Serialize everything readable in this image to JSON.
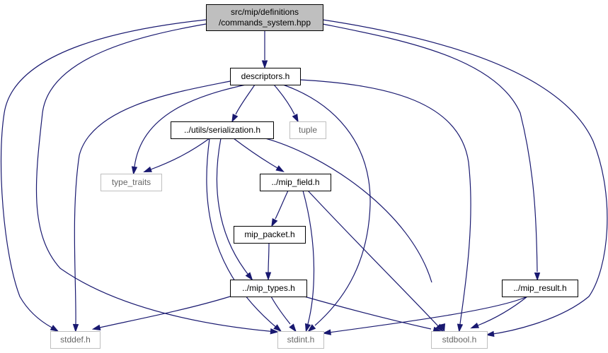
{
  "nodes": [
    {
      "id": "root",
      "lines": [
        "src/mip/definitions",
        "/commands_system.hpp"
      ],
      "kind": "root"
    },
    {
      "id": "descriptors",
      "lines": [
        "descriptors.h"
      ],
      "kind": "local"
    },
    {
      "id": "serialization",
      "lines": [
        "../utils/serialization.h"
      ],
      "kind": "local"
    },
    {
      "id": "tuple",
      "lines": [
        "tuple"
      ],
      "kind": "external"
    },
    {
      "id": "type_traits",
      "lines": [
        "type_traits"
      ],
      "kind": "external"
    },
    {
      "id": "mip_field",
      "lines": [
        "../mip_field.h"
      ],
      "kind": "local"
    },
    {
      "id": "mip_packet",
      "lines": [
        "mip_packet.h"
      ],
      "kind": "local"
    },
    {
      "id": "mip_types",
      "lines": [
        "../mip_types.h"
      ],
      "kind": "local"
    },
    {
      "id": "mip_result",
      "lines": [
        "../mip_result.h"
      ],
      "kind": "local"
    },
    {
      "id": "stddef",
      "lines": [
        "stddef.h"
      ],
      "kind": "external"
    },
    {
      "id": "stdint",
      "lines": [
        "stdint.h"
      ],
      "kind": "external"
    },
    {
      "id": "stdbool",
      "lines": [
        "stdbool.h"
      ],
      "kind": "external"
    }
  ],
  "edges": [
    {
      "from": "root",
      "to": "descriptors"
    },
    {
      "from": "root",
      "to": "stddef"
    },
    {
      "from": "root",
      "to": "stdint"
    },
    {
      "from": "root",
      "to": "mip_result"
    },
    {
      "from": "root",
      "to": "stdbool"
    },
    {
      "from": "descriptors",
      "to": "serialization"
    },
    {
      "from": "descriptors",
      "to": "tuple"
    },
    {
      "from": "descriptors",
      "to": "type_traits"
    },
    {
      "from": "descriptors",
      "to": "stddef"
    },
    {
      "from": "descriptors",
      "to": "stdint"
    },
    {
      "from": "descriptors",
      "to": "stdbool"
    },
    {
      "from": "serialization",
      "to": "type_traits"
    },
    {
      "from": "serialization",
      "to": "mip_field"
    },
    {
      "from": "serialization",
      "to": "mip_types"
    },
    {
      "from": "serialization",
      "to": "stdint"
    },
    {
      "from": "serialization",
      "to": "stdbool"
    },
    {
      "from": "mip_field",
      "to": "mip_packet"
    },
    {
      "from": "mip_field",
      "to": "stdint"
    },
    {
      "from": "mip_field",
      "to": "stdbool"
    },
    {
      "from": "mip_packet",
      "to": "mip_types"
    },
    {
      "from": "mip_types",
      "to": "stddef"
    },
    {
      "from": "mip_types",
      "to": "stdint"
    },
    {
      "from": "mip_types",
      "to": "stdbool"
    },
    {
      "from": "mip_result",
      "to": "stdint"
    },
    {
      "from": "mip_result",
      "to": "stdbool"
    }
  ]
}
